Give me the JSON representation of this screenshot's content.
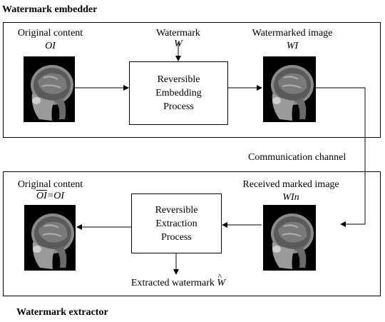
{
  "embedder": {
    "title": "Watermark embedder",
    "original": {
      "label": "Original content",
      "symbol": "OI"
    },
    "watermark": {
      "label": "Watermark",
      "symbol": "W"
    },
    "watermarked": {
      "label": "Watermarked image",
      "symbol": "WI"
    },
    "process": {
      "line1": "Reversible",
      "line2": "Embedding",
      "line3": "Process"
    }
  },
  "channel": {
    "label": "Communication channel"
  },
  "extractor": {
    "title": "Watermark extractor",
    "original": {
      "label": "Original content",
      "symbol": "OI",
      "equation_rhs": "=OI"
    },
    "received": {
      "label": "Received marked image",
      "symbol": "WIn"
    },
    "process": {
      "line1": "Reversible",
      "line2": "Extraction",
      "line3": "Process"
    },
    "extracted": {
      "label": "Extracted watermark",
      "symbol": "W"
    }
  },
  "image": {
    "name": "brain-mri-image"
  }
}
